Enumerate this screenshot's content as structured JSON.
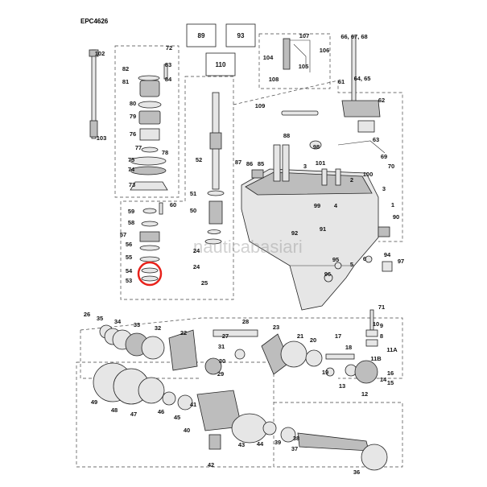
{
  "diagram_code": "EPC4626",
  "watermark": "nauticabasiari",
  "highlight_color": "#e8221b",
  "callouts": [
    {
      "id": "c89",
      "text": "89",
      "boxed": true
    },
    {
      "id": "c93",
      "text": "93",
      "boxed": true
    },
    {
      "id": "c110",
      "text": "110",
      "boxed": true
    },
    {
      "id": "c107",
      "text": "107"
    },
    {
      "id": "c106",
      "text": "106"
    },
    {
      "id": "c104",
      "text": "104"
    },
    {
      "id": "c105",
      "text": "105"
    },
    {
      "id": "c108",
      "text": "108"
    },
    {
      "id": "c666768",
      "text": "66, 67, 68"
    },
    {
      "id": "c6465",
      "text": "64, 65"
    },
    {
      "id": "c61",
      "text": "61"
    },
    {
      "id": "c62",
      "text": "62"
    },
    {
      "id": "c63",
      "text": "63"
    },
    {
      "id": "c69",
      "text": "69"
    },
    {
      "id": "c70",
      "text": "70"
    },
    {
      "id": "c100",
      "text": "100"
    },
    {
      "id": "c101",
      "text": "101"
    },
    {
      "id": "c98",
      "text": "98"
    },
    {
      "id": "c88",
      "text": "88"
    },
    {
      "id": "c109",
      "text": "109"
    },
    {
      "id": "c87",
      "text": "87"
    },
    {
      "id": "c86",
      "text": "86"
    },
    {
      "id": "c85",
      "text": "85"
    },
    {
      "id": "c3a",
      "text": "3"
    },
    {
      "id": "c3b",
      "text": "3"
    },
    {
      "id": "c2",
      "text": "2"
    },
    {
      "id": "c4",
      "text": "4"
    },
    {
      "id": "c99",
      "text": "99"
    },
    {
      "id": "c1",
      "text": "1"
    },
    {
      "id": "c90",
      "text": "90"
    },
    {
      "id": "c91",
      "text": "91"
    },
    {
      "id": "c92",
      "text": "92"
    },
    {
      "id": "c95",
      "text": "95"
    },
    {
      "id": "c96",
      "text": "96"
    },
    {
      "id": "c5",
      "text": "5"
    },
    {
      "id": "c6",
      "text": "6"
    },
    {
      "id": "c94",
      "text": "94"
    },
    {
      "id": "c97",
      "text": "97"
    },
    {
      "id": "c72",
      "text": "72"
    },
    {
      "id": "c102",
      "text": "102"
    },
    {
      "id": "c103",
      "text": "103"
    },
    {
      "id": "c82",
      "text": "82"
    },
    {
      "id": "c83",
      "text": "83"
    },
    {
      "id": "c81",
      "text": "81"
    },
    {
      "id": "c84",
      "text": "84"
    },
    {
      "id": "c80",
      "text": "80"
    },
    {
      "id": "c79",
      "text": "79"
    },
    {
      "id": "c76",
      "text": "76"
    },
    {
      "id": "c77",
      "text": "77"
    },
    {
      "id": "c78",
      "text": "78"
    },
    {
      "id": "c75",
      "text": "75"
    },
    {
      "id": "c74",
      "text": "74"
    },
    {
      "id": "c73",
      "text": "73"
    },
    {
      "id": "c52",
      "text": "52"
    },
    {
      "id": "c51",
      "text": "51"
    },
    {
      "id": "c50",
      "text": "50"
    },
    {
      "id": "c60",
      "text": "60"
    },
    {
      "id": "c59",
      "text": "59"
    },
    {
      "id": "c58",
      "text": "58"
    },
    {
      "id": "c57",
      "text": "57"
    },
    {
      "id": "c56",
      "text": "56"
    },
    {
      "id": "c55",
      "text": "55"
    },
    {
      "id": "c54",
      "text": "54"
    },
    {
      "id": "c53",
      "text": "53"
    },
    {
      "id": "c24a",
      "text": "24"
    },
    {
      "id": "c24b",
      "text": "24"
    },
    {
      "id": "c25",
      "text": "25"
    },
    {
      "id": "c26",
      "text": "26"
    },
    {
      "id": "c35",
      "text": "35"
    },
    {
      "id": "c34",
      "text": "34"
    },
    {
      "id": "c33",
      "text": "33"
    },
    {
      "id": "c32",
      "text": "32"
    },
    {
      "id": "c22",
      "text": "22"
    },
    {
      "id": "c28",
      "text": "28"
    },
    {
      "id": "c27",
      "text": "27"
    },
    {
      "id": "c23",
      "text": "23"
    },
    {
      "id": "c21",
      "text": "21"
    },
    {
      "id": "c20",
      "text": "20"
    },
    {
      "id": "c17",
      "text": "17"
    },
    {
      "id": "c71",
      "text": "71"
    },
    {
      "id": "c10",
      "text": "10"
    },
    {
      "id": "c9",
      "text": "9"
    },
    {
      "id": "c8",
      "text": "8"
    },
    {
      "id": "c11A",
      "text": "11A"
    },
    {
      "id": "c11B",
      "text": "11B"
    },
    {
      "id": "c18",
      "text": "18"
    },
    {
      "id": "c19",
      "text": "19"
    },
    {
      "id": "c31",
      "text": "31"
    },
    {
      "id": "c30",
      "text": "30"
    },
    {
      "id": "c29",
      "text": "29"
    },
    {
      "id": "c16",
      "text": "16"
    },
    {
      "id": "c14",
      "text": "14"
    },
    {
      "id": "c15",
      "text": "15"
    },
    {
      "id": "c13",
      "text": "13"
    },
    {
      "id": "c12",
      "text": "12"
    },
    {
      "id": "c49",
      "text": "49"
    },
    {
      "id": "c48",
      "text": "48"
    },
    {
      "id": "c47",
      "text": "47"
    },
    {
      "id": "c46",
      "text": "46"
    },
    {
      "id": "c45",
      "text": "45"
    },
    {
      "id": "c41",
      "text": "41"
    },
    {
      "id": "c40",
      "text": "40"
    },
    {
      "id": "c43",
      "text": "43"
    },
    {
      "id": "c44",
      "text": "44"
    },
    {
      "id": "c39",
      "text": "39"
    },
    {
      "id": "c38",
      "text": "38"
    },
    {
      "id": "c37",
      "text": "37"
    },
    {
      "id": "c42",
      "text": "42"
    },
    {
      "id": "c36",
      "text": "36"
    }
  ]
}
